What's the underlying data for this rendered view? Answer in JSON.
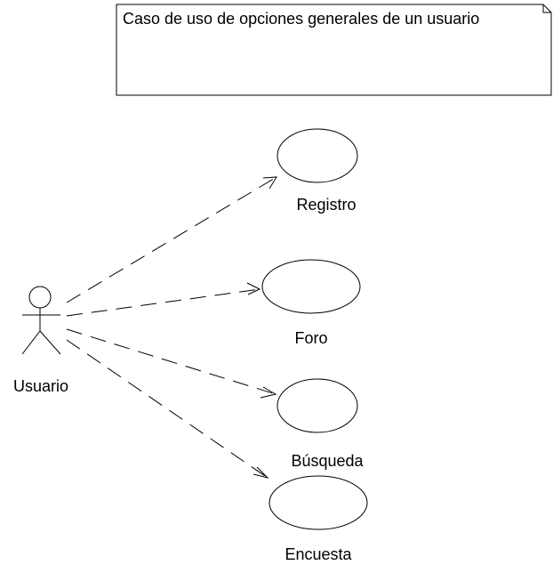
{
  "note": {
    "text": "Caso de uso de opciones generales de un usuario"
  },
  "actor": {
    "name": "Usuario",
    "icon": "stick-figure-icon"
  },
  "use_cases": [
    {
      "label": "Registro"
    },
    {
      "label": "Foro"
    },
    {
      "label": "Búsqueda"
    },
    {
      "label": "Encuesta"
    }
  ],
  "relationships": [
    {
      "from": "Usuario",
      "to": "Registro",
      "style": "dashed-arrow"
    },
    {
      "from": "Usuario",
      "to": "Foro",
      "style": "dashed-arrow"
    },
    {
      "from": "Usuario",
      "to": "Búsqueda",
      "style": "dashed-arrow"
    },
    {
      "from": "Usuario",
      "to": "Encuesta",
      "style": "dashed-arrow"
    }
  ],
  "colors": {
    "stroke": "#000000",
    "fill": "#ffffff",
    "text": "#000000"
  }
}
